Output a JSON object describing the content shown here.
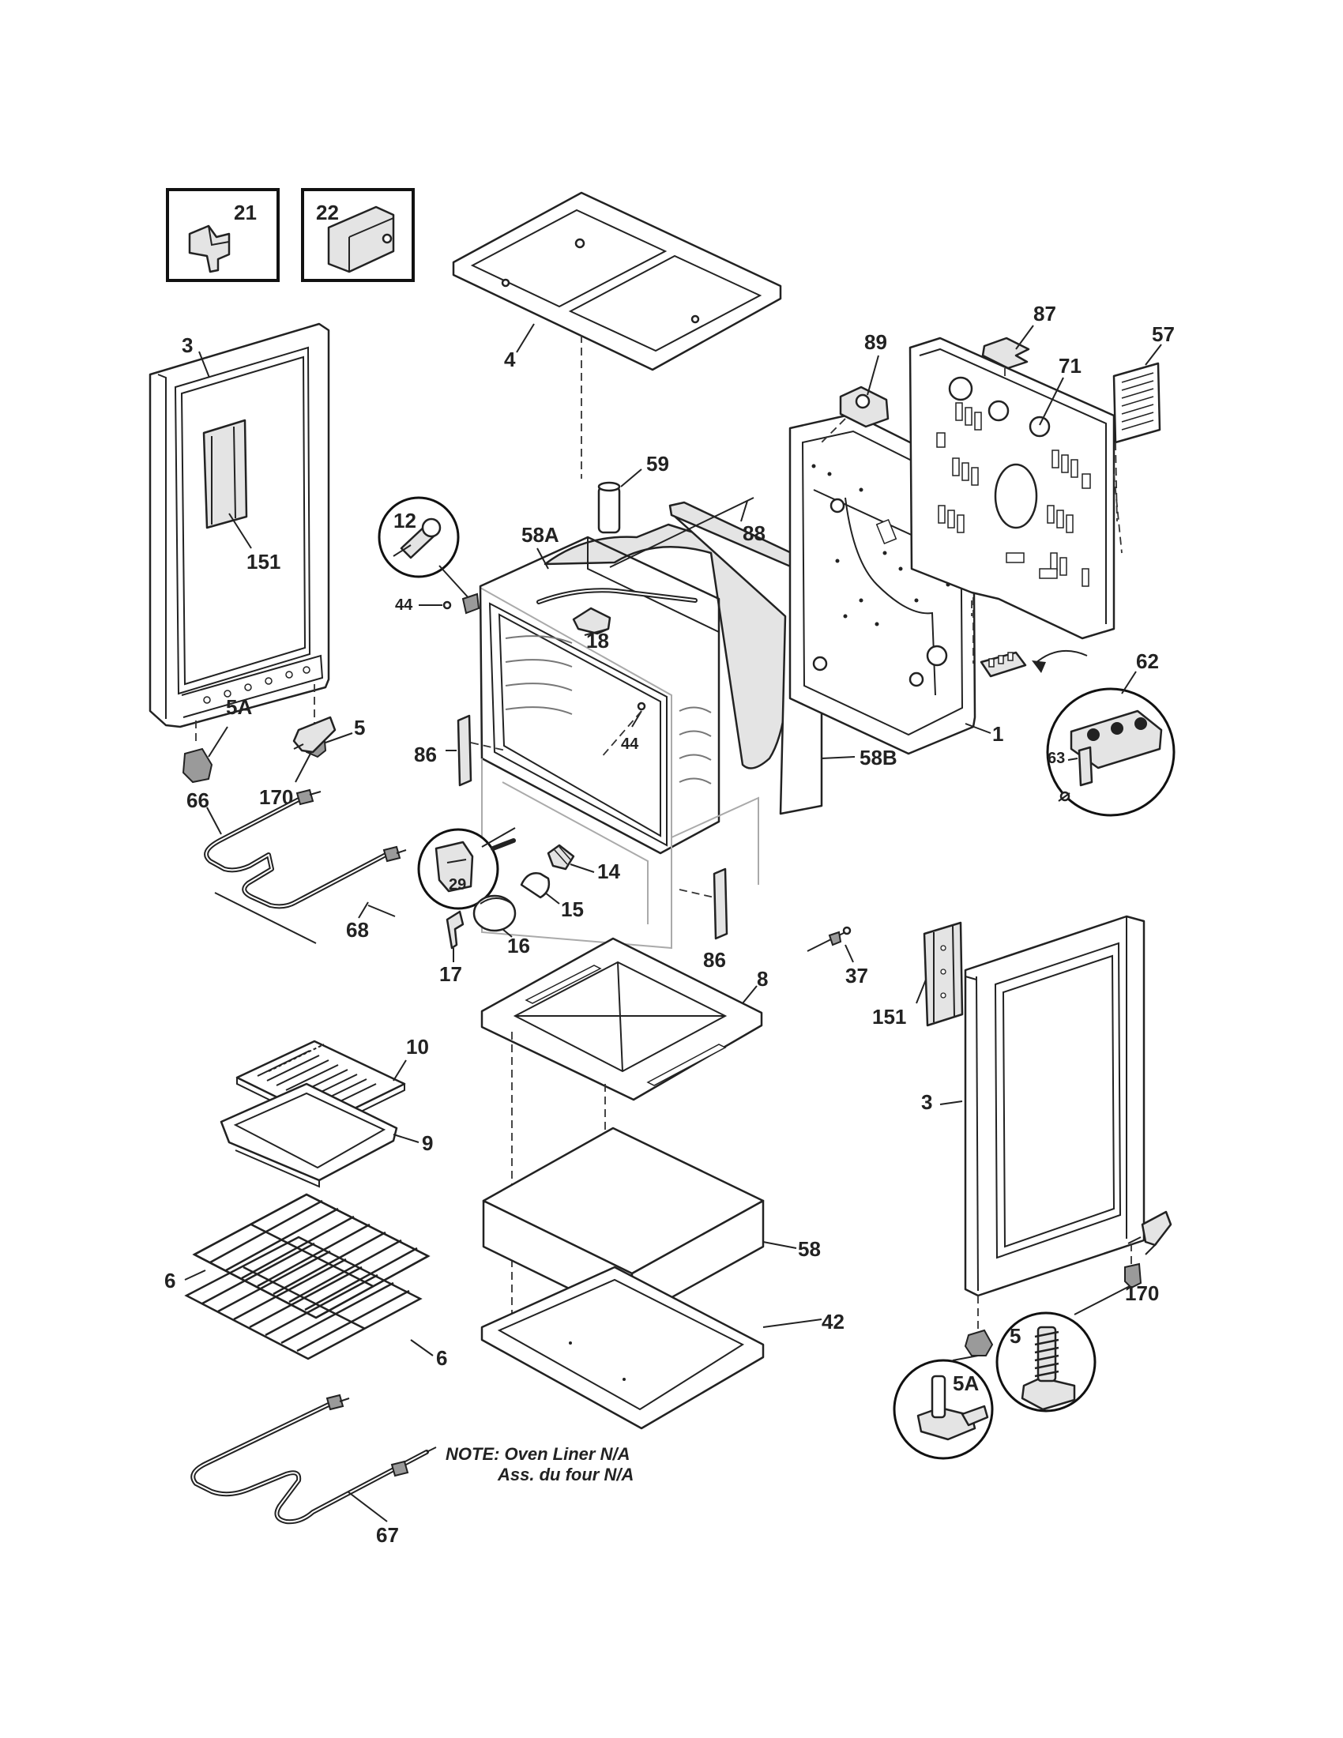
{
  "labels": {
    "p21": "21",
    "p22": "22",
    "p3_left": "3",
    "p4": "4",
    "p151_left": "151",
    "p5_left": "5",
    "p5a_left": "5A",
    "p170_left": "170",
    "p12": "12",
    "p44_a": "44",
    "p58a": "58A",
    "p59": "59",
    "p88": "88",
    "p89": "89",
    "p87": "87",
    "p71": "71",
    "p57": "57",
    "p18": "18",
    "p44_b": "44",
    "p1": "1",
    "p62": "62",
    "p63": "63",
    "p58b": "58B",
    "p86_left": "86",
    "p66": "66",
    "p68": "68",
    "p29": "29",
    "p14": "14",
    "p15": "15",
    "p16": "16",
    "p17": "17",
    "p86_right": "86",
    "p37": "37",
    "p8": "8",
    "p151_right": "151",
    "p3_right": "3",
    "p10": "10",
    "p9": "9",
    "p58": "58",
    "p42": "42",
    "p6_a": "6",
    "p6_b": "6",
    "p170_right": "170",
    "p5_right": "5",
    "p5a_right": "5A",
    "p67": "67"
  },
  "note": {
    "line1": "NOTE: Oven Liner N/A",
    "line2": "Ass. du four N/A"
  }
}
